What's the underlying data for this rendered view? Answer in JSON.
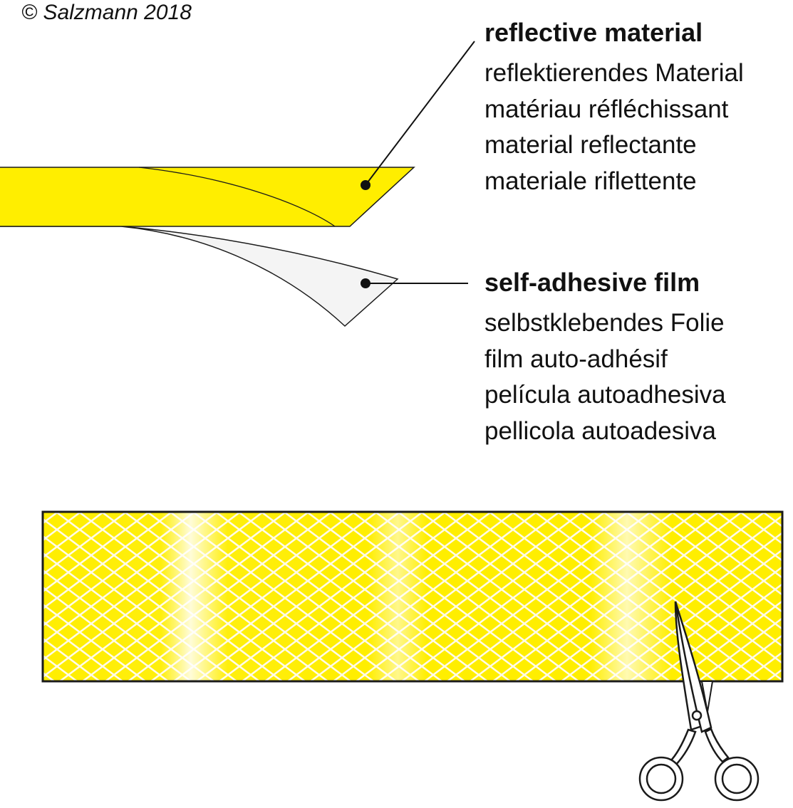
{
  "copyright": "© Salzmann 2018",
  "labels": {
    "reflective": {
      "title": "reflective material",
      "translations": [
        "reflektierendes Material",
        "matériau réfléchissant",
        "material reflectante",
        "materiale riflettente"
      ]
    },
    "film": {
      "title": "self-adhesive film",
      "translations": [
        "selbstklebendes Folie",
        "film auto-adhésif",
        "película autoadhesiva",
        "pellicola autoadesiva"
      ]
    }
  },
  "colors": {
    "reflective_yellow": "#ffee00",
    "film_white": "#f4f4f4",
    "outline": "#1a1a1a",
    "lattice_line": "#fdfbe0"
  },
  "icons": {
    "scissors": "scissors-icon"
  }
}
